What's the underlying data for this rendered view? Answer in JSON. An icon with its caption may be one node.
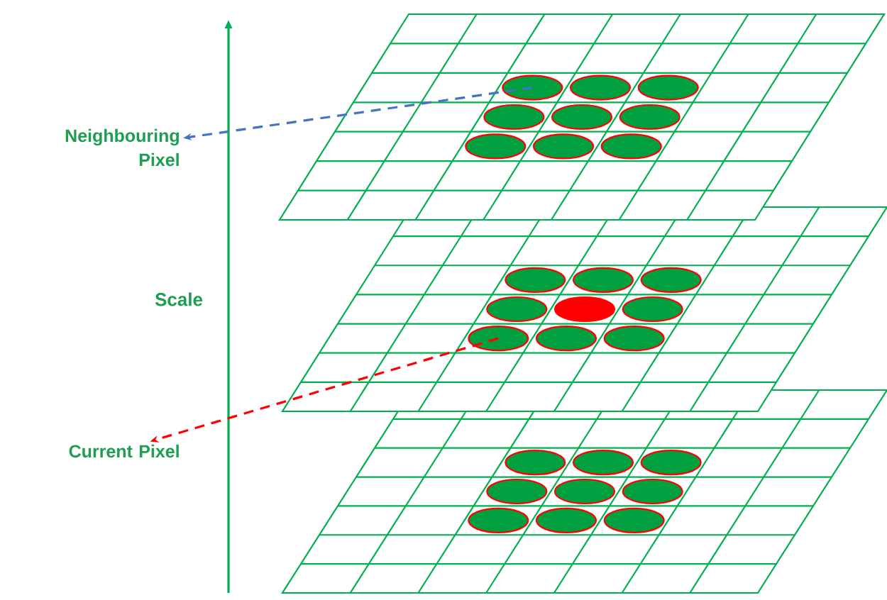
{
  "diagram": {
    "nodes": [
      {
        "text": [
          "Neighbouring Pixel"
        ]
      },
      {
        "text": [],
        "shape": "circle"
      },
      {
        "text": [],
        "shape": "circle"
      },
      {
        "text": [
          "Current Pixel"
        ]
      }
    ],
    "edges": [
      {
        "from": 1,
        "to": 0,
        "arrow": "to",
        "style": "dashed",
        "color": "#4472c4"
      },
      {
        "from": 2,
        "to": 3,
        "arrow": "to",
        "style": "dashed",
        "color": "#ff0000"
      }
    ],
    "labels": [
      "Scale"
    ]
  }
}
